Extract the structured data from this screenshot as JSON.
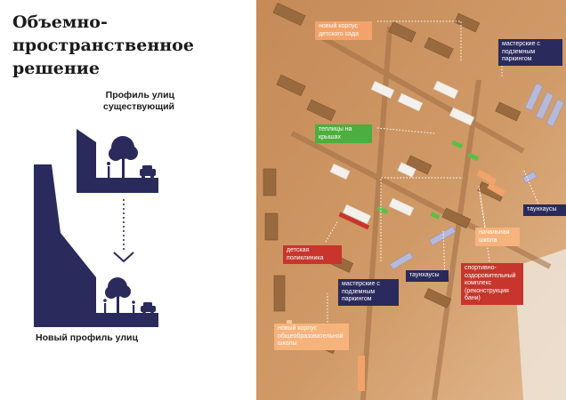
{
  "title": "Объемно-пространственное решение",
  "left": {
    "subtitle_line1": "Профиль улиц",
    "subtitle_line2": "существующий",
    "bottom_label": "Новый профиль улиц"
  },
  "labels": {
    "kindergarten": "новый корпус детского сада",
    "workshops_top": "мастерские с подземным паркингом",
    "greenhouses": "теплицы на крышах",
    "townhouses_right": "таунхаусы",
    "primary_school": "начальная школа",
    "clinic": "детская поликлиника",
    "townhouses_mid": "таунхаусы",
    "sports": "спортивно-оздоровительный комплекс (реконструкция бани)",
    "workshops_bottom": "мастерские с подземным паркингом",
    "school": "новый корпус общеобразовательной школы"
  },
  "colors": {
    "navy": "#2a2a5c",
    "orange": "#f2a36b",
    "green": "#4cae3e",
    "red": "#c8352c"
  }
}
